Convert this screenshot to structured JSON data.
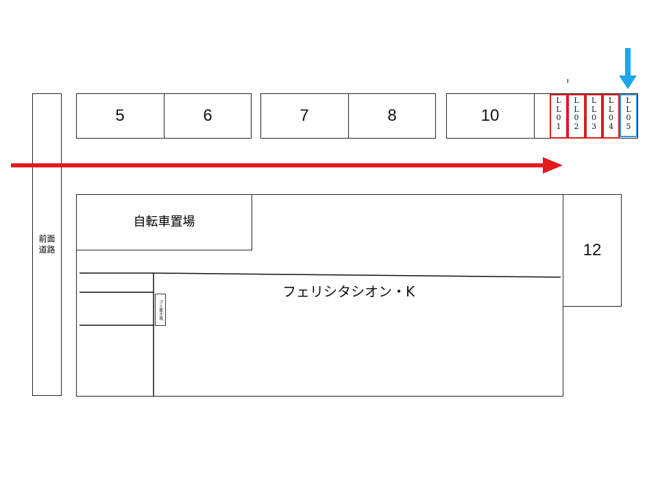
{
  "road": {
    "label_line1": "前面",
    "label_line2": "道路"
  },
  "parking_spaces": {
    "s5": "5",
    "s6": "6",
    "s7": "7",
    "s8": "8",
    "s10": "10",
    "s12": "12"
  },
  "motorcycle_slots": [
    {
      "chars": [
        "L",
        "L",
        "0",
        "1"
      ],
      "highlight": "red"
    },
    {
      "chars": [
        "L",
        "L",
        "0",
        "2"
      ],
      "highlight": "red"
    },
    {
      "chars": [
        "L",
        "L",
        "0",
        "3"
      ],
      "highlight": "red"
    },
    {
      "chars": [
        "L",
        "L",
        "0",
        "4"
      ],
      "highlight": "red"
    },
    {
      "chars": [
        "L",
        "L",
        "0",
        "5"
      ],
      "highlight": "blue"
    }
  ],
  "bicycle_parking": {
    "label": "自転車置場"
  },
  "building": {
    "name": "フェリシタシオン・K"
  },
  "trash_area": {
    "label": "ゴミ置き場"
  },
  "colors": {
    "route_arrow": "#e31b1b",
    "target_arrow": "#1ea6e8",
    "slot_red": "#d81c1c",
    "slot_blue": "#3a8fd6"
  },
  "icons": {
    "route": "right-arrow-icon",
    "target": "down-arrow-icon"
  }
}
